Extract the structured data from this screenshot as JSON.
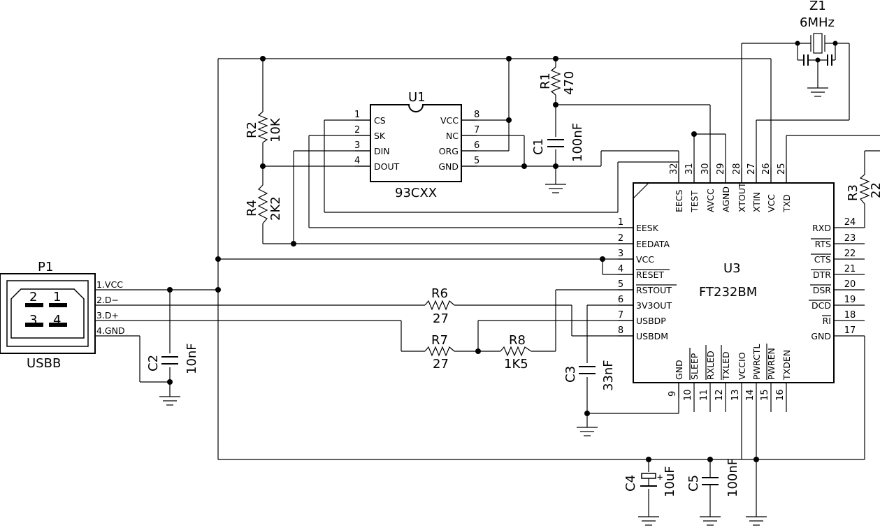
{
  "components": {
    "U1": {
      "ref": "U1",
      "part": "93CXX",
      "pins": [
        {
          "num": "1",
          "name": "CS"
        },
        {
          "num": "2",
          "name": "SK"
        },
        {
          "num": "3",
          "name": "DIN"
        },
        {
          "num": "4",
          "name": "DOUT"
        },
        {
          "num": "8",
          "name": "VCC"
        },
        {
          "num": "7",
          "name": "NC"
        },
        {
          "num": "6",
          "name": "ORG"
        },
        {
          "num": "5",
          "name": "GND"
        }
      ]
    },
    "U3": {
      "ref": "U3",
      "part": "FT232BM",
      "left_pins": [
        {
          "num": "1",
          "name": "EESK"
        },
        {
          "num": "2",
          "name": "EEDATA"
        },
        {
          "num": "3",
          "name": "VCC"
        },
        {
          "num": "4",
          "name": "RESET"
        },
        {
          "num": "5",
          "name": "RSTOUT"
        },
        {
          "num": "6",
          "name": "3V3OUT"
        },
        {
          "num": "7",
          "name": "USBDP"
        },
        {
          "num": "8",
          "name": "USBDM"
        }
      ],
      "right_pins": [
        {
          "num": "24",
          "name": "RXD"
        },
        {
          "num": "23",
          "name": "RTS"
        },
        {
          "num": "22",
          "name": "CTS"
        },
        {
          "num": "21",
          "name": "DTR"
        },
        {
          "num": "20",
          "name": "DSR"
        },
        {
          "num": "19",
          "name": "DCD"
        },
        {
          "num": "18",
          "name": "RI"
        },
        {
          "num": "17",
          "name": "GND"
        }
      ],
      "top_pins": [
        {
          "num": "32",
          "name": "EECS"
        },
        {
          "num": "31",
          "name": "TEST"
        },
        {
          "num": "30",
          "name": "AVCC"
        },
        {
          "num": "29",
          "name": "AGND"
        },
        {
          "num": "28",
          "name": "XTOUT"
        },
        {
          "num": "27",
          "name": "XTIN"
        },
        {
          "num": "26",
          "name": "VCC"
        },
        {
          "num": "25",
          "name": "TXD"
        }
      ],
      "bottom_pins": [
        {
          "num": "9",
          "name": "GND"
        },
        {
          "num": "10",
          "name": "SLEEP"
        },
        {
          "num": "11",
          "name": "RXLED"
        },
        {
          "num": "12",
          "name": "TXLED"
        },
        {
          "num": "13",
          "name": "VCCIO"
        },
        {
          "num": "14",
          "name": "PWRCTL"
        },
        {
          "num": "15",
          "name": "PWREN"
        },
        {
          "num": "16",
          "name": "TXDEN"
        }
      ]
    },
    "P1": {
      "ref": "P1",
      "part": "USBB",
      "pins": [
        "1.VCC",
        "2.D−",
        "3.D+",
        "4.GND"
      ],
      "face": [
        "2",
        "1",
        "3",
        "4"
      ]
    },
    "Z1": {
      "ref": "Z1",
      "value": "6MHz"
    },
    "R1": {
      "ref": "R1",
      "value": "470"
    },
    "R2": {
      "ref": "R2",
      "value": "10K"
    },
    "R3": {
      "ref": "R3",
      "value": "22"
    },
    "R4": {
      "ref": "R4",
      "value": "2K2"
    },
    "R6": {
      "ref": "R6",
      "value": "27"
    },
    "R7": {
      "ref": "R7",
      "value": "27"
    },
    "R8": {
      "ref": "R8",
      "value": "1K5"
    },
    "C1": {
      "ref": "C1",
      "value": "100nF"
    },
    "C2": {
      "ref": "C2",
      "value": "10nF"
    },
    "C3": {
      "ref": "C3",
      "value": "33nF"
    },
    "C4": {
      "ref": "C4",
      "value": "10uF"
    },
    "C5": {
      "ref": "C5",
      "value": "100nF"
    }
  }
}
